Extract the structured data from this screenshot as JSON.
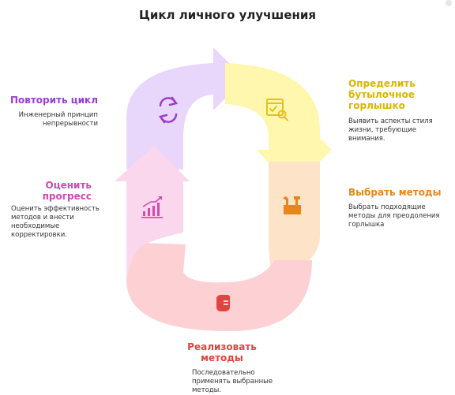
{
  "title": "Цикл личного улучшения",
  "colors": {
    "purple": "#9b3fc9",
    "yellow": "#e4c21a",
    "orange": "#e8861a",
    "red": "#e0443e",
    "pink": "#d04ab1",
    "purple_fill": "#e9d6fb",
    "yellow_fill": "#fff7ae",
    "orange_fill": "#fde3c8",
    "red_fill": "#fdd0d4",
    "pink_fill": "#fbd7ee"
  },
  "steps": [
    {
      "id": "identify",
      "title_lines": [
        "Определить",
        "бутылочное",
        "горлышко"
      ],
      "desc_lines": [
        "Выявить аспекты стиля",
        "жизни, требующие",
        "внимания."
      ],
      "icon": "browser-search-icon"
    },
    {
      "id": "choose",
      "title_lines": [
        "Выбрать методы"
      ],
      "desc_lines": [
        "Выбрать подходящие",
        "методы для преодоления",
        "горлышка"
      ],
      "icon": "tools-icon"
    },
    {
      "id": "implement",
      "title_lines": [
        "Реализовать",
        "методы"
      ],
      "desc_lines": [
        "Последовательно",
        "применять выбранные",
        "методы."
      ],
      "icon": "hand-icon"
    },
    {
      "id": "evaluate",
      "title_lines": [
        "Оценить",
        "прогресс"
      ],
      "desc_lines": [
        "Оценить эффективность",
        "методов и внести",
        "необходимые",
        "корректировки."
      ],
      "icon": "bar-chart-icon"
    },
    {
      "id": "repeat",
      "title_lines": [
        "Повторить цикл"
      ],
      "desc_lines": [
        "Инженерный принцип",
        "непрерывности"
      ],
      "icon": "refresh-icon"
    }
  ]
}
